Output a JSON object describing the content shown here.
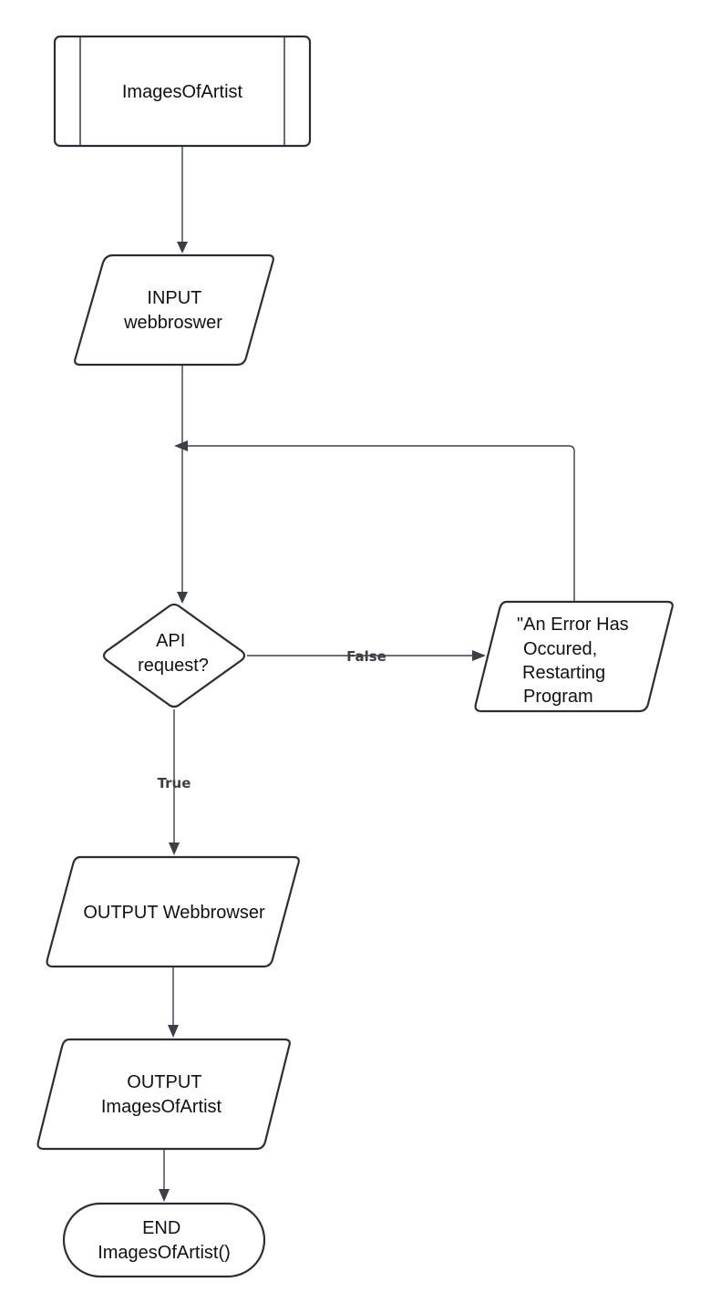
{
  "nodes": {
    "start": {
      "lines": [
        "ImagesOfArtist"
      ]
    },
    "input_webbrowser": {
      "lines": [
        "INPUT",
        "webbroswer"
      ]
    },
    "api_request": {
      "lines": [
        "API",
        "request?"
      ]
    },
    "error_message": {
      "lines": [
        "\"An Error Has",
        "Occured,",
        "Restarting",
        "Program"
      ]
    },
    "output_webbrowser": {
      "lines": [
        "OUTPUT Webbrowser"
      ]
    },
    "output_images": {
      "lines": [
        "OUTPUT",
        "ImagesOfArtist"
      ]
    },
    "end": {
      "lines": [
        "END",
        "ImagesOfArtist()"
      ]
    }
  },
  "edges": {
    "false_label": "False",
    "true_label": "True"
  },
  "colors": {
    "stroke": "#2b2e36",
    "connector": "#3c3f47",
    "background": "#ffffff"
  }
}
